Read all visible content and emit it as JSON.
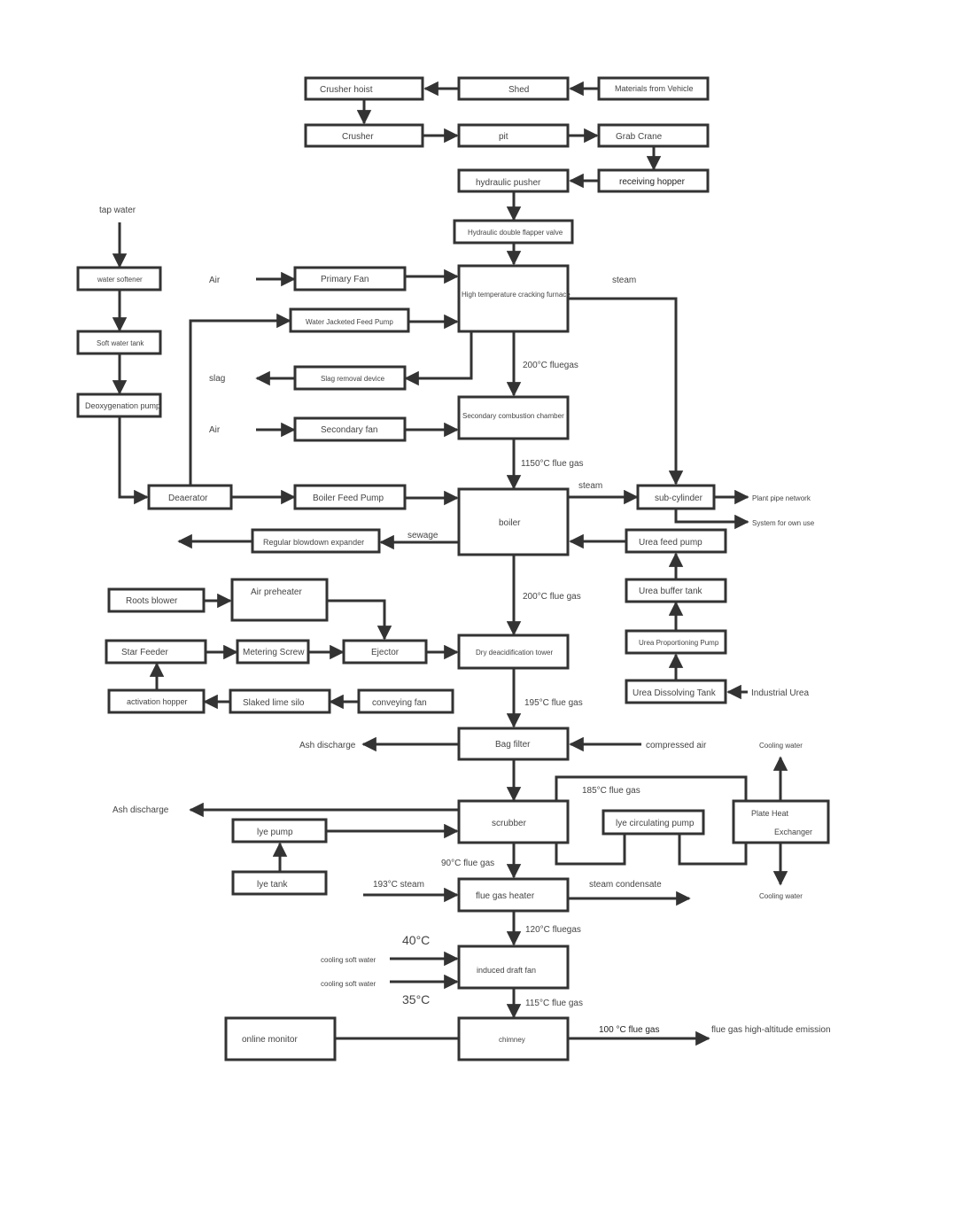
{
  "colors": {
    "stroke": "#333333",
    "text": "#444444",
    "background": "#ffffff"
  },
  "nodes": {
    "crusher_hoist": "Crusher hoist",
    "shed": "Shed",
    "materials_from_vehicle": "Materials from Vehicle",
    "crusher": "Crusher",
    "pit": "pit",
    "grab_crane": "Grab Crane",
    "hydraulic_pusher": "hydraulic pusher",
    "receiving_hopper": "receiving hopper",
    "flapper_valve": "Hydraulic double flapper valve",
    "water_softener": "water softener",
    "soft_water_tank": "Soft water tank",
    "deoxygenation_pump": "Deoxygenation pump",
    "primary_fan": "Primary Fan",
    "water_jacketed_feed_pump": "Water Jacketed Feed Pump",
    "cracking_furnace": "High temperature cracking furnace",
    "slag_removal_device": "Slag removal device",
    "secondary_fan": "Secondary fan",
    "secondary_combustion_chamber": "Secondary combustion chamber",
    "deaerator": "Deaerator",
    "boiler_feed_pump": "Boiler Feed Pump",
    "boiler": "boiler",
    "sub_cylinder": "sub-cylinder",
    "regular_blowdown_expander": "Regular blowdown expander",
    "urea_feed_pump": "Urea feed pump",
    "urea_buffer_tank": "Urea buffer tank",
    "urea_proportioning_pump": "Urea Proportioning Pump",
    "urea_dissolving_tank": "Urea Dissolving Tank",
    "roots_blower": "Roots blower",
    "air_preheater": "Air preheater",
    "star_feeder": "Star Feeder",
    "metering_screw": "Metering Screw",
    "ejector": "Ejector",
    "dry_deacidification_tower": "Dry deacidification tower",
    "activation_hopper": "activation hopper",
    "slaked_lime_silo": "Slaked lime silo",
    "conveying_fan": "conveying fan",
    "bag_filter": "Bag filter",
    "scrubber": "scrubber",
    "lye_pump": "lye pump",
    "lye_tank": "lye tank",
    "lye_circulating_pump": "lye circulating pump",
    "plate_heat_exchanger_line1": "Plate Heat",
    "plate_heat_exchanger_line2": "Exchanger",
    "flue_gas_heater": "flue gas heater",
    "induced_draft_fan": "induced draft fan",
    "online_monitor": "online monitor",
    "chimney": "chimney"
  },
  "labels": {
    "tap_water": "tap water",
    "air_primary": "Air",
    "air_secondary": "Air",
    "slag": "slag",
    "steam_furnace": "steam",
    "fluegas_200_a": "200°C fluegas",
    "fluegas_1150": "1150°C  flue  gas",
    "steam_boiler": "steam",
    "plant_pipe_network": "Plant pipe network",
    "system_own_use": "System for own use",
    "sewage": "sewage",
    "fluegas_200_b": "200°C  flue  gas",
    "industrial_urea": "Industrial Urea",
    "fluegas_195": "195°C  flue  gas",
    "ash_discharge_bag": "Ash discharge",
    "compressed_air": "compressed air",
    "cooling_water_top": "Cooling water",
    "fluegas_185": "185°C  flue  gas",
    "ash_discharge_scrubber": "Ash discharge",
    "fluegas_90": "90°C  flue  gas",
    "steam_193": "193°C   steam",
    "steam_condensate": "steam condensate",
    "cooling_water_bottom": "Cooling water",
    "fluegas_120": "120°C fluegas",
    "temp_40": "40°C",
    "cooling_soft_water_1": "cooling soft water",
    "cooling_soft_water_2": "cooling soft water",
    "temp_35": "35°C",
    "fluegas_115": "115°C  flue  gas",
    "fluegas_100": "100 °C   flue  gas",
    "high_altitude_emission": "flue  gas  high-altitude   emission"
  }
}
